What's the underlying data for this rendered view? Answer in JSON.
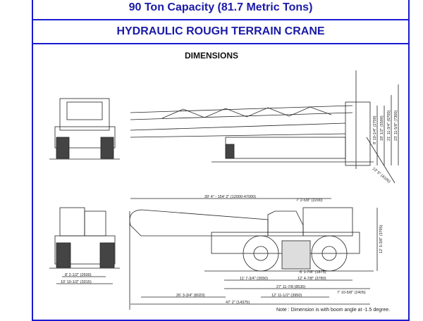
{
  "header": {
    "capacity": "90 Ton Capacity (81.7 Metric Tons)",
    "title": "HYDRAULIC ROUGH TERRAIN CRANE"
  },
  "section_title": "DIMENSIONS",
  "dimensions": {
    "boom_length": "39' 4\" - 154' 2\" (12000-47000)",
    "cab_offset": "7' 2-5/8\" (2200)",
    "front_overhang": "11' 7-3/4\" (3550)",
    "center": "6' 1-7/8\" (1875)",
    "wheelbase_half": "12' 4-7/8\" (3780)",
    "outrigger_span": "27' 11-7/8 (8530)",
    "wheelbase": "12' 11-1/2\" (3950)",
    "rear_overhang": "7' 10-5/8\" (2405)",
    "boom_overhang": "26' 3-3/4\" (8020)",
    "overall_length": "47' 2\" (14375)",
    "track_width": "8' 2-1/2\" (2500)",
    "overall_width": "10' 10-1/2\" (3315)",
    "overall_height": "12' 5-3/8\" (3795)",
    "h1": "8' 10-1/4\" (2700)",
    "h2": "18' 1/2\" (5500)",
    "h3": "21' 11-3/4\" (6700)",
    "h4": "23' 11-5/8\" (7300)",
    "radius": "13' 5\" (4100)"
  },
  "note": "Note : Dimension is with boom angle at -1.5 degree."
}
